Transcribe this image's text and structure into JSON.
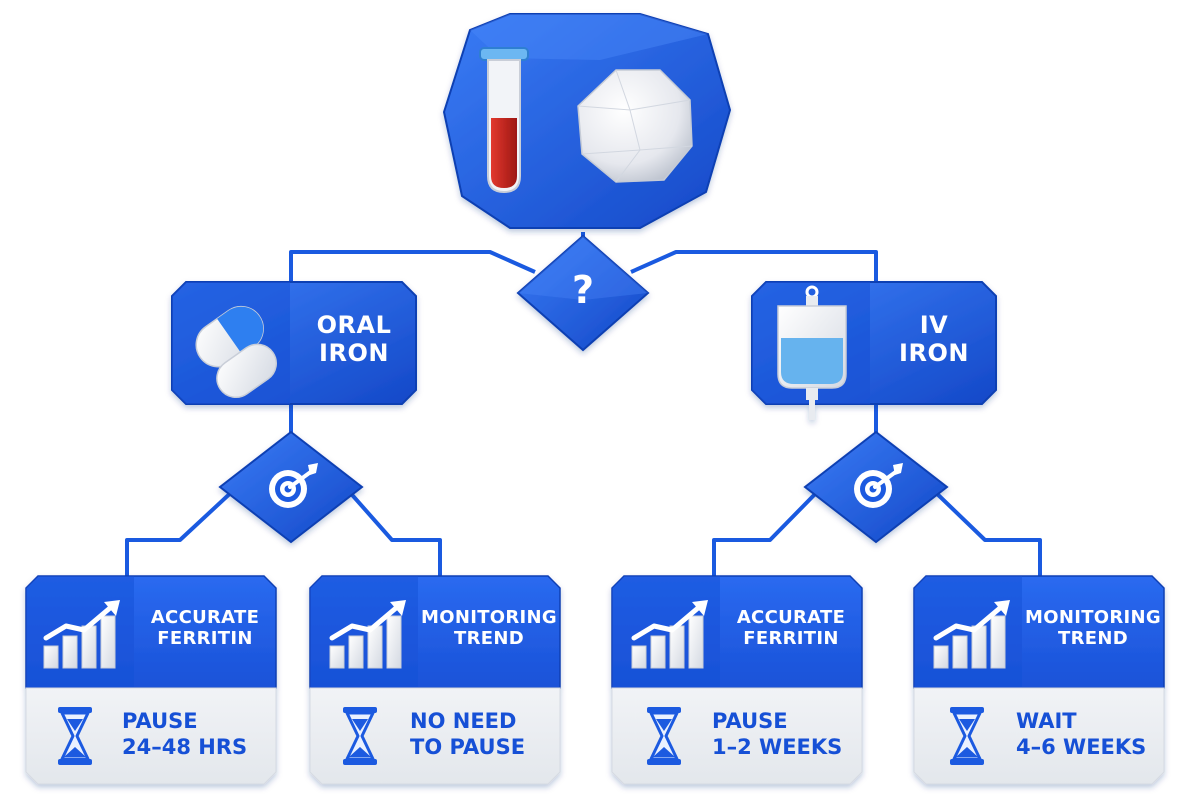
{
  "colors": {
    "primary": "#1a5ae0",
    "primary_light": "#3a7cf5",
    "primary_dark": "#0f3fb3",
    "connector": "#1a5ae0",
    "footer_bg": "#eceff3",
    "time_text": "#1650d6",
    "blood": "#c0201c",
    "iv_fluid": "#66b3ee"
  },
  "root": {
    "icons": [
      "test-tube-icon",
      "pill-ball-icon"
    ],
    "decision_symbol": "?"
  },
  "branches": [
    {
      "label_line1": "ORAL",
      "label_line2": "IRON",
      "icon": "capsule-icon",
      "decision_icon": "target-icon",
      "goals": [
        {
          "title_line1": "ACCURATE",
          "title_line2": "FERRITIN",
          "icon": "rising-bar-chart-icon",
          "timing_icon": "hourglass-icon",
          "timing_line1": "PAUSE",
          "timing_line2": "24–48 HRS"
        },
        {
          "title_line1": "MONITORING",
          "title_line2": "TREND",
          "icon": "rising-bar-chart-icon",
          "timing_icon": "hourglass-icon",
          "timing_line1": "NO NEED",
          "timing_line2": "TO PAUSE"
        }
      ]
    },
    {
      "label_line1": "IV",
      "label_line2": "IRON",
      "icon": "iv-bag-icon",
      "decision_icon": "target-icon",
      "goals": [
        {
          "title_line1": "ACCURATE",
          "title_line2": "FERRITIN",
          "icon": "rising-bar-chart-icon",
          "timing_icon": "hourglass-icon",
          "timing_line1": "PAUSE",
          "timing_line2": "1–2 WEEKS"
        },
        {
          "title_line1": "MONITORING",
          "title_line2": "TREND",
          "icon": "rising-bar-chart-icon",
          "timing_icon": "hourglass-icon",
          "timing_line1": "WAIT",
          "timing_line2": "4–6 WEEKS"
        }
      ]
    }
  ]
}
